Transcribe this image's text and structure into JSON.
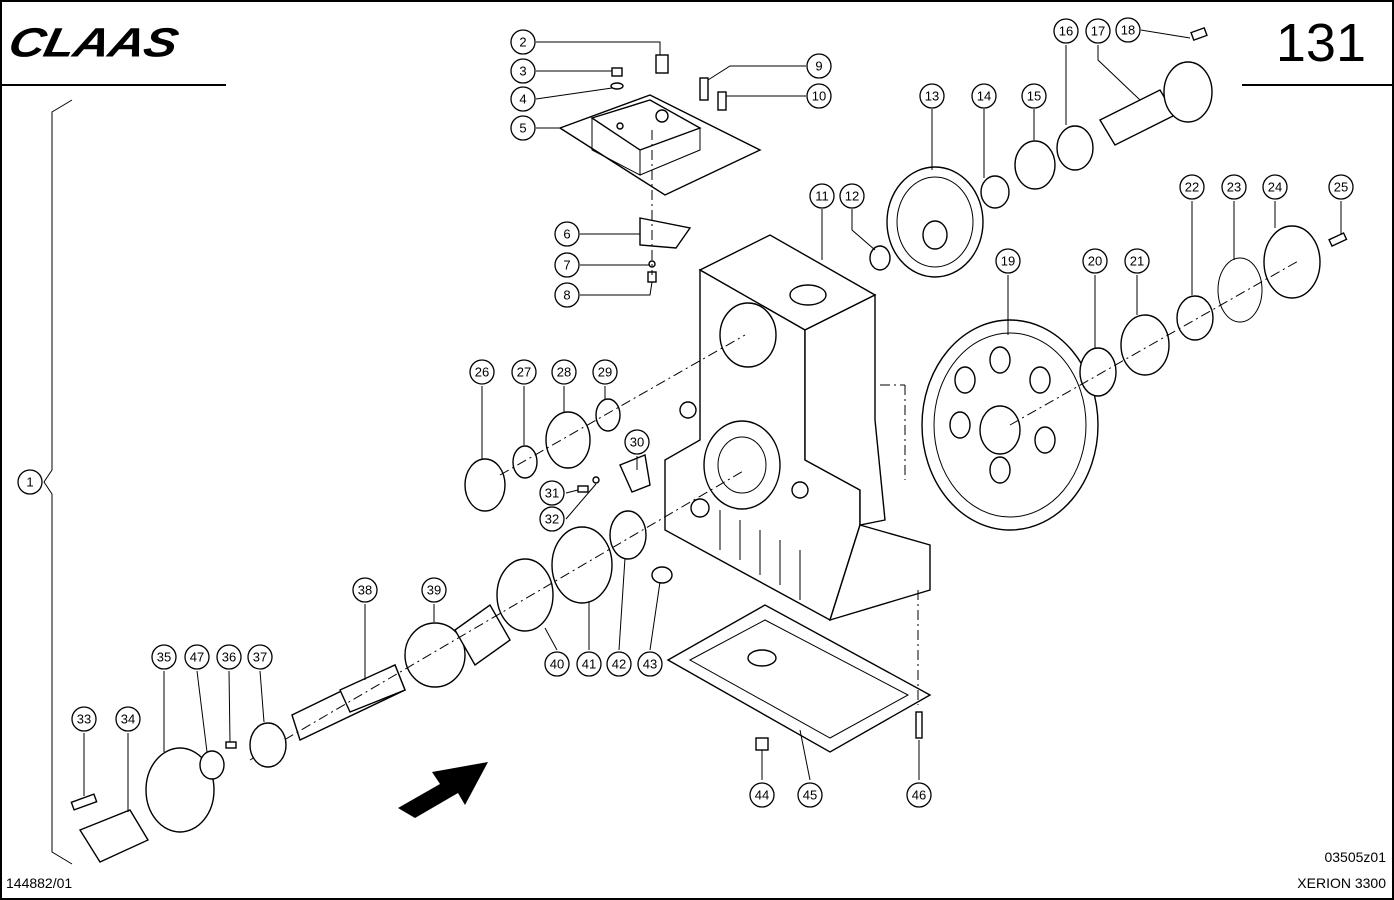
{
  "header": {
    "brand": "CLAAS",
    "page_number": "131"
  },
  "footer": {
    "document_id": "144882/01",
    "drawing_code": "03505z01",
    "model": "XERION 3300"
  },
  "callouts": [
    "1",
    "2",
    "3",
    "4",
    "5",
    "6",
    "7",
    "8",
    "9",
    "10",
    "11",
    "12",
    "13",
    "14",
    "15",
    "16",
    "17",
    "18",
    "19",
    "20",
    "21",
    "22",
    "23",
    "24",
    "25",
    "26",
    "27",
    "28",
    "29",
    "30",
    "31",
    "32",
    "33",
    "34",
    "35",
    "36",
    "37",
    "38",
    "39",
    "40",
    "41",
    "42",
    "43",
    "44",
    "45",
    "46",
    "47"
  ],
  "colors": {
    "line": "#000000",
    "background": "#ffffff"
  }
}
